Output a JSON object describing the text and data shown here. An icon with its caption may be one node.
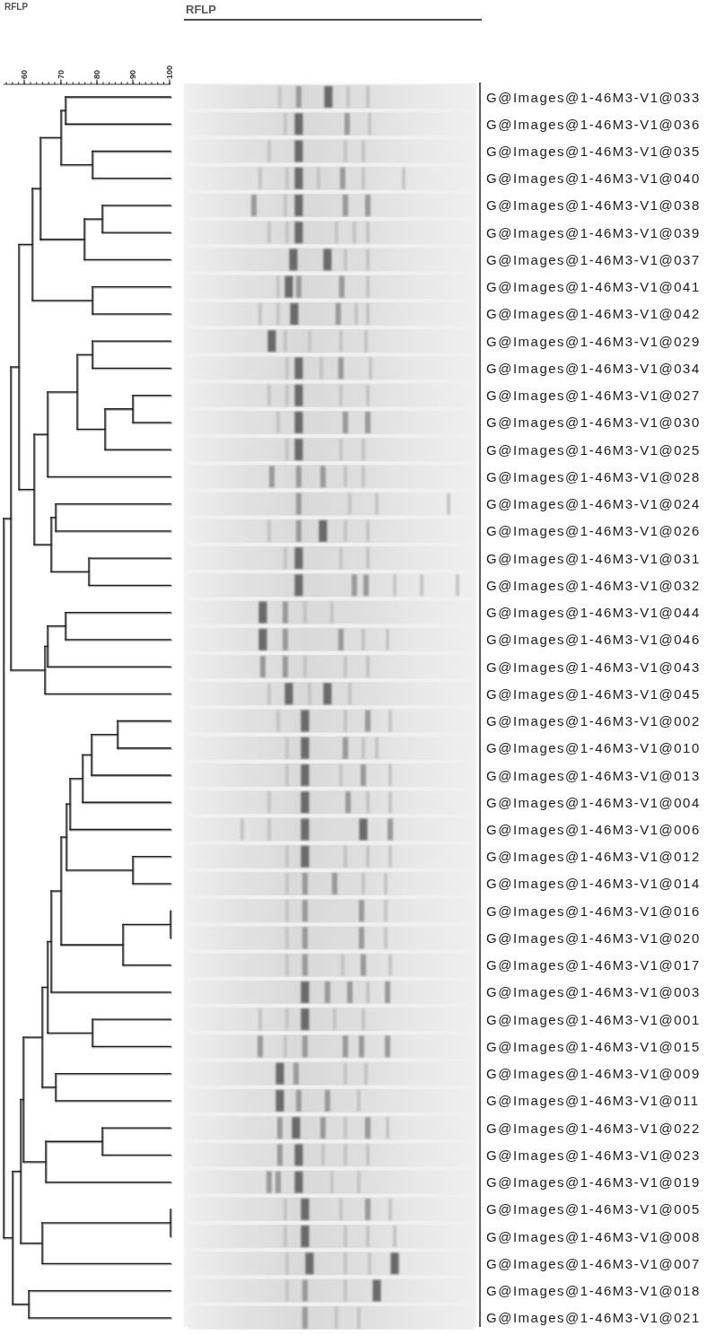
{
  "diagram": {
    "labels": [
      "RFLP",
      "RFLP",
      "60",
      "70",
      "80",
      "90",
      "100",
      "G@Images@1-46M3-V1@033",
      "G@Images@1-46M3-V1@036",
      "G@Images@1-46M3-V1@035",
      "G@Images@1-46M3-V1@040",
      "G@Images@1-46M3-V1@038",
      "G@Images@1-46M3-V1@039",
      "G@Images@1-46M3-V1@037",
      "G@Images@1-46M3-V1@041",
      "G@Images@1-46M3-V1@042",
      "G@Images@1-46M3-V1@029",
      "G@Images@1-46M3-V1@034",
      "G@Images@1-46M3-V1@027",
      "G@Images@1-46M3-V1@030",
      "G@Images@1-46M3-V1@025",
      "G@Images@1-46M3-V1@028",
      "G@Images@1-46M3-V1@024",
      "G@Images@1-46M3-V1@026",
      "G@Images@1-46M3-V1@031",
      "G@Images@1-46M3-V1@032",
      "G@Images@1-46M3-V1@044",
      "G@Images@1-46M3-V1@046",
      "G@Images@1-46M3-V1@043",
      "G@Images@1-46M3-V1@045",
      "G@Images@1-46M3-V1@002",
      "G@Images@1-46M3-V1@010",
      "G@Images@1-46M3-V1@013",
      "G@Images@1-46M3-V1@004",
      "G@Images@1-46M3-V1@006",
      "G@Images@1-46M3-V1@012",
      "G@Images@1-46M3-V1@014",
      "G@Images@1-46M3-V1@016",
      "G@Images@1-46M3-V1@020",
      "G@Images@1-46M3-V1@017",
      "G@Images@1-46M3-V1@003",
      "G@Images@1-46M3-V1@001",
      "G@Images@1-46M3-V1@015",
      "G@Images@1-46M3-V1@009",
      "G@Images@1-46M3-V1@011",
      "G@Images@1-46M3-V1@022",
      "G@Images@1-46M3-V1@023",
      "G@Images@1-46M3-V1@019",
      "G@Images@1-46M3-V1@005",
      "G@Images@1-46M3-V1@008",
      "G@Images@1-46M3-V1@007",
      "G@Images@1-46M3-V1@018",
      "G@Images@1-46M3-V1@021"
    ]
  }
}
